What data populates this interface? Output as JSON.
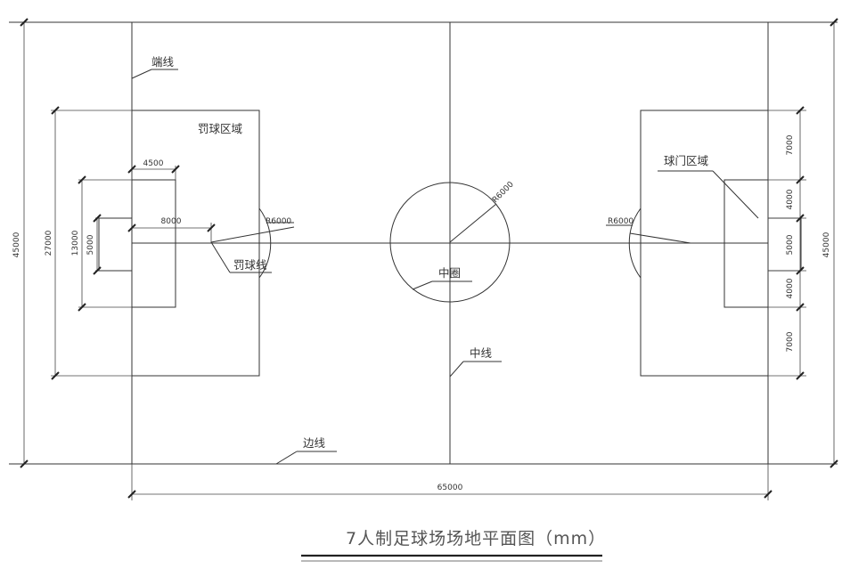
{
  "title": "7人制足球场场地平面图（mm）",
  "labels": {
    "end_line": "端线",
    "penalty_area": "罚球区域",
    "goal_area": "球门区域",
    "penalty_line": "罚球线",
    "center_circle": "中圈",
    "center_line": "中线",
    "side_line": "边线"
  },
  "dimensions": {
    "field_length": "65000",
    "field_width": "45000",
    "penalty_area_width": "27000",
    "goal_area_width": "13000",
    "goal_width": "5000",
    "goal_area_depth": "4500",
    "penalty_spot_distance": "8000",
    "radius_penalty_left": "R6000",
    "radius_center": "R6000",
    "radius_penalty_right": "R6000",
    "right_seg_1": "7000",
    "right_seg_2": "4000",
    "right_seg_3": "5000",
    "right_seg_4": "4000",
    "right_seg_5": "7000",
    "right_total": "45000"
  }
}
